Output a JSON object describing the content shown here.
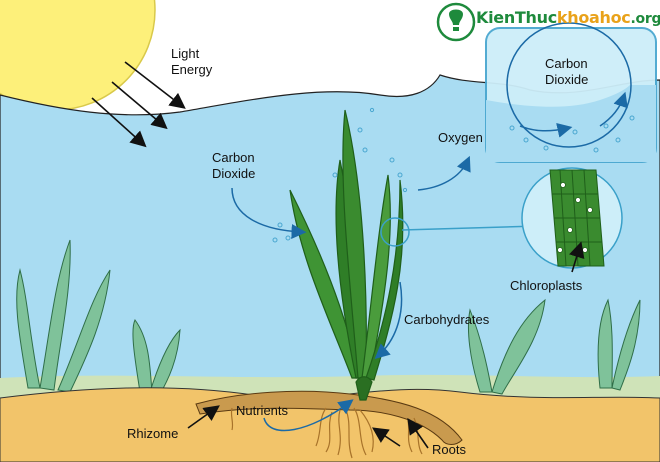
{
  "labels": {
    "light_energy": "Light\nEnergy",
    "carbon_dioxide_left": "Carbon\nDioxide",
    "oxygen": "Oxygen",
    "carbon_dioxide_inset": "Carbon\nDioxide",
    "chloroplasts": "Chloroplasts",
    "carbohydrates": "Carbohydrates",
    "nutrients": "Nutrients",
    "rhizome": "Rhizome",
    "roots": "Roots"
  },
  "watermark": {
    "part1": "KienThuc",
    "part2": "khoahoc",
    "part3": ".org"
  },
  "colors": {
    "water": "#a9dcf2",
    "water_light": "#cdeef9",
    "sand": "#f2c46a",
    "sand_dark": "#e2a94a",
    "sun": "#fdf07a",
    "leaf": "#3a8b2f",
    "leaf_dark": "#1f5f1a",
    "seaweed": "#7fc29a",
    "arrow": "#1b6aa6",
    "root": "#a8732a"
  }
}
